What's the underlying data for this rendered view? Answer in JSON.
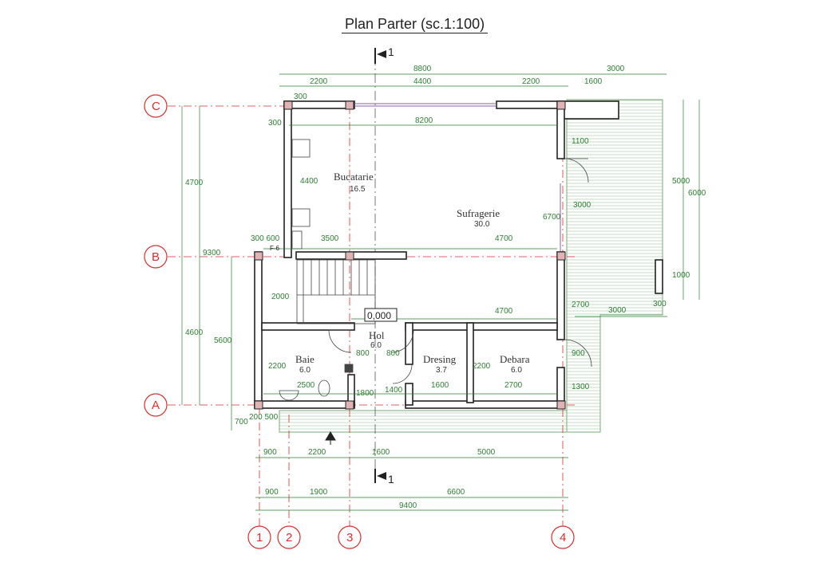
{
  "title": "Plan Parter  (sc.1:100)",
  "section_mark": "1",
  "level": "0,000",
  "label_f6": "F-6",
  "colors": {
    "wall": "#222222",
    "column": "#e0b4b4",
    "dim": "#2e7d32",
    "axis": "#d32f2f",
    "deck": "#8fbc8f"
  },
  "rooms": {
    "bucatarie": {
      "name": "Bucatarie",
      "area": "16.5"
    },
    "sufragerie": {
      "name": "Sufragerie",
      "area": "30.0"
    },
    "hol": {
      "name": "Hol",
      "area": "6.0"
    },
    "baie": {
      "name": "Baie",
      "area": "6.0"
    },
    "dresing": {
      "name": "Dresing",
      "area": "3.7"
    },
    "debara": {
      "name": "Debara",
      "area": "6.0"
    }
  },
  "axes": {
    "c": "C",
    "b": "B",
    "a": "A",
    "n1": "1",
    "n2": "2",
    "n3": "3",
    "n4": "4"
  },
  "dims": {
    "top_total": "8800",
    "top_right": "3000",
    "top_a": "2200",
    "top_b": "4400",
    "top_c": "2200",
    "top_d": "1600",
    "int_8200": "8200",
    "int_300_top": "300",
    "int_300_left": "300",
    "int_4400": "4400",
    "int_6700": "6700",
    "int_3000": "3000",
    "int_1100": "1100",
    "int_300_600": "300 600",
    "int_3500": "3500",
    "int_4700_b": "4700",
    "int_2000": "2000",
    "int_4700_hol": "4700",
    "int_2700": "2700",
    "int_2200_baie": "2200",
    "int_2500": "2500",
    "int_800_a": "800",
    "int_800_b": "800",
    "int_1800": "1800",
    "int_1400": "1400",
    "int_1600_d": "1600",
    "int_2700_d": "2700",
    "int_2200_d": "2200",
    "int_1300": "1300",
    "int_900": "900",
    "int_200_500": "200 500",
    "int_700": "700",
    "int_300_r": "300",
    "left_4700": "4700",
    "left_9300": "9300",
    "left_4600": "4600",
    "left_5600": "5600",
    "right_5000": "5000",
    "right_6000": "6000",
    "right_1000": "1000",
    "deck_3000": "3000",
    "deck_300": "300",
    "bot1_a": "900",
    "bot1_b": "2200",
    "bot1_c": "1600",
    "bot1_d": "5000",
    "bot2_a": "900",
    "bot2_b": "1900",
    "bot2_c": "6600",
    "bot3_total": "9400"
  }
}
